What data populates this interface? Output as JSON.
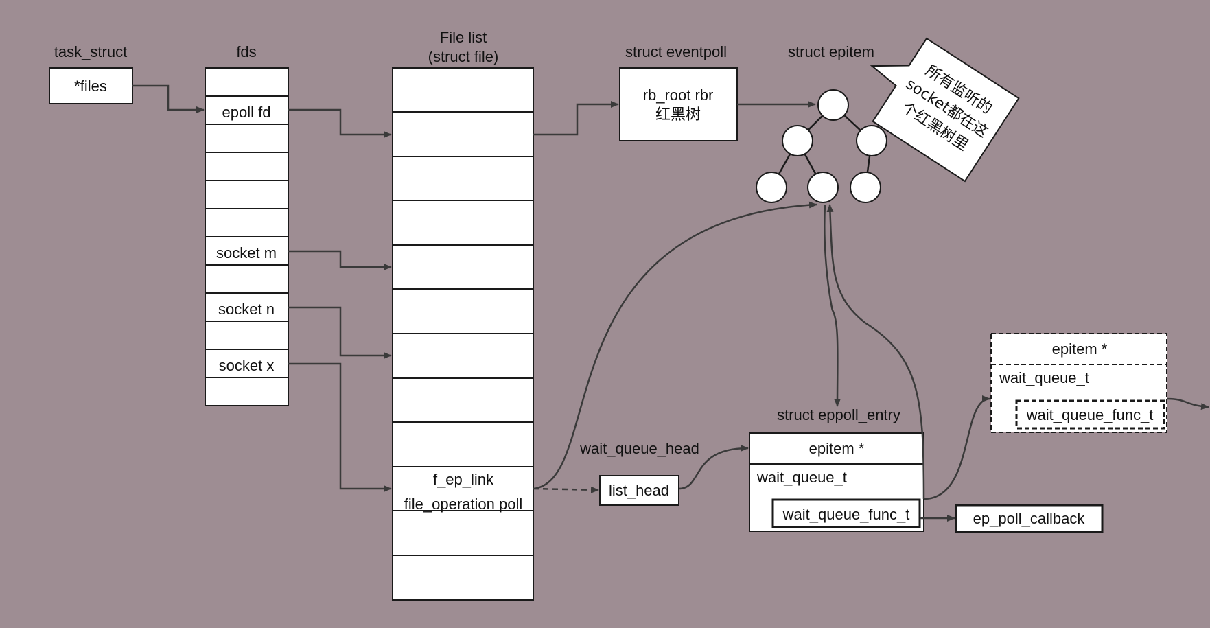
{
  "labels": {
    "task_struct": "task_struct",
    "fds": "fds",
    "file_list_line1": "File list",
    "file_list_line2": "(struct file)",
    "struct_eventpoll": "struct eventpoll",
    "struct_epitem": "struct epitem",
    "struct_eppoll_entry": "struct eppoll_entry",
    "wait_queue_head": "wait_queue_head"
  },
  "task_struct": {
    "files": "*files"
  },
  "fds": {
    "epoll_fd": "epoll fd",
    "socket_m": "socket m",
    "socket_n": "socket n",
    "socket_x": "socket x"
  },
  "file_list": {
    "f_ep_link": "f_ep_link",
    "file_operation_poll": "file_operation poll"
  },
  "eventpoll": {
    "line1": "rb_root rbr",
    "line2": "红黑树"
  },
  "callout": {
    "line1": "所有监听的",
    "line2": "socket都在这",
    "line3": "个红黑树里"
  },
  "list_head": "list_head",
  "eppoll_entry": {
    "epitem": "epitem *",
    "wait_queue_t": "wait_queue_t",
    "wait_queue_func_t": "wait_queue_func_t"
  },
  "ep_poll_callback": "ep_poll_callback",
  "next_entry": {
    "epitem": "epitem *",
    "wait_queue_t": "wait_queue_t",
    "wait_queue_func_t": "wait_queue_func_t"
  },
  "colors": {
    "background": "#9e8d93",
    "box_fill": "#ffffff",
    "stroke": "#1a1a1a"
  }
}
